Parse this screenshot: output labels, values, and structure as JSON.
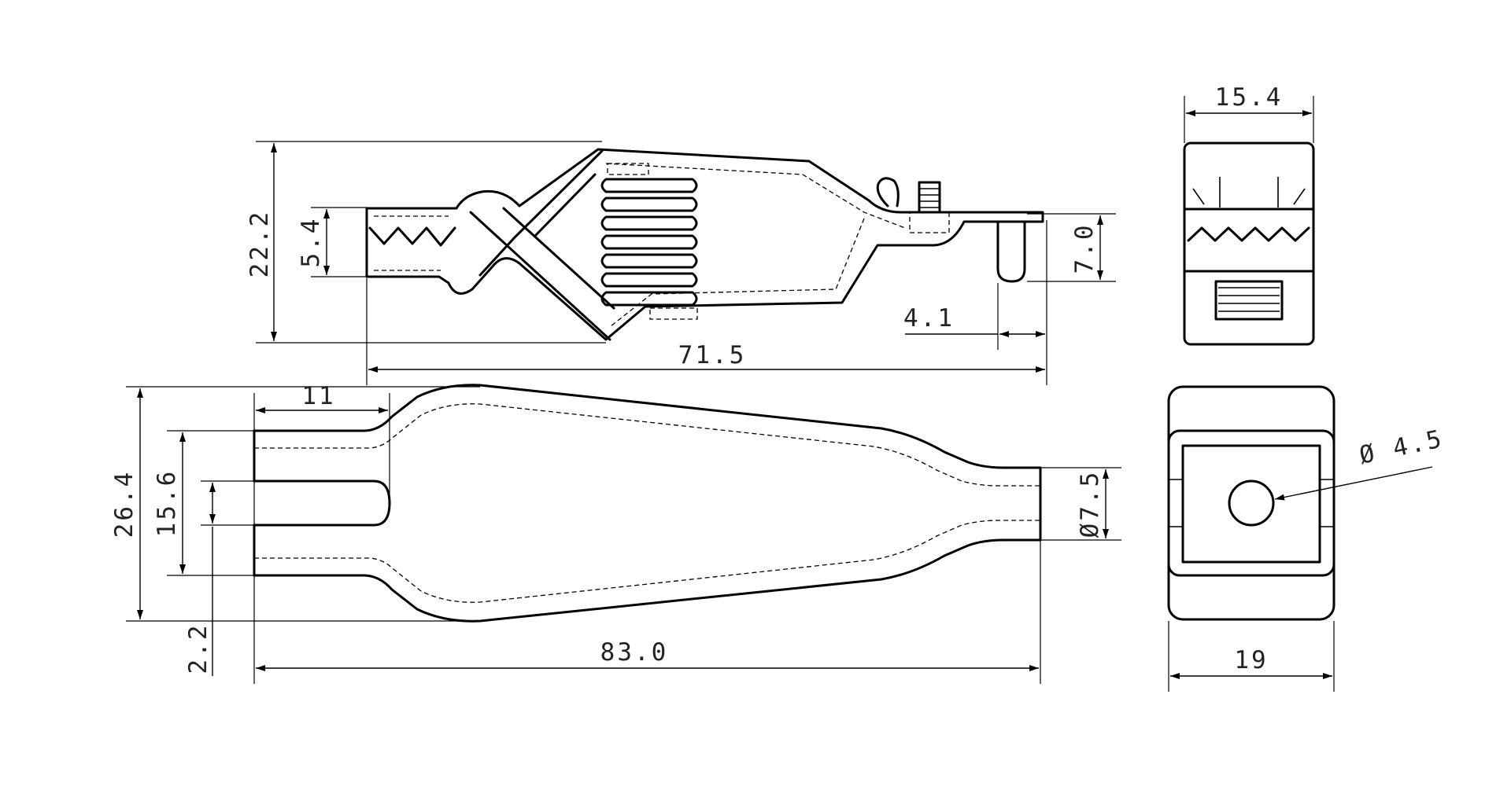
{
  "dimensions": {
    "side_height": "22.2",
    "jaw_opening": "5.4",
    "tail_height": "7.0",
    "tail_width": "4.1",
    "side_length": "71.5",
    "end_width": "15.4",
    "top_width": "26.4",
    "slot_width": "15.6",
    "slot_depth": "11",
    "slot_offset": "2.2",
    "overall_length": "83.0",
    "boot_diameter": "Ø7.5",
    "base_width": "19",
    "hole_diameter": "Ø 4.5"
  },
  "colors": {
    "line": "#000000",
    "text": "#222222",
    "background": "#ffffff"
  }
}
